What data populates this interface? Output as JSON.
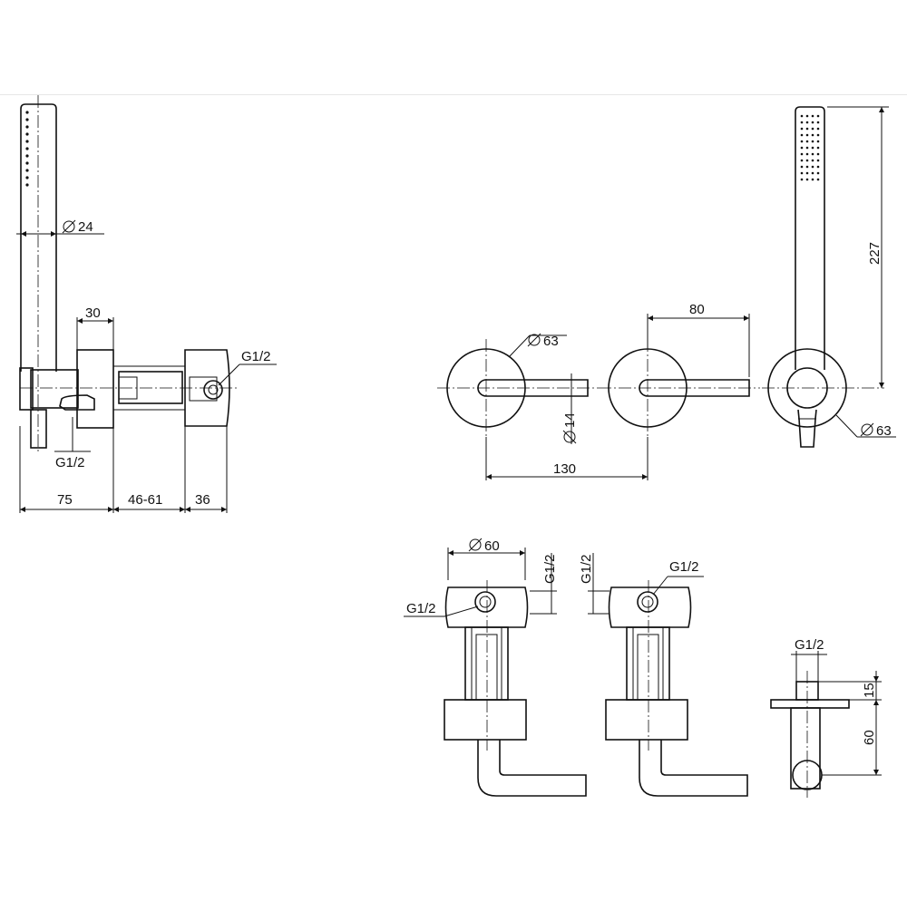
{
  "labels": {
    "side_dia24": "24",
    "side_30": "30",
    "side_g12_right": "G1/2",
    "side_g12_bottom": "G1/2",
    "side_75": "75",
    "side_4661": "46-61",
    "side_36": "36",
    "front_dia63_left": "63",
    "front_dia14": "14",
    "front_130": "130",
    "front_80": "80",
    "front_dia63_right": "63",
    "hand_227": "227",
    "valve_dia60": "60",
    "valve_g12_left": "G1/2",
    "valve_g12_vert_a": "G1/2",
    "valve_g12_vert_b": "G1/2",
    "valve_g12_right": "G1/2",
    "outlet_g12": "G1/2",
    "outlet_15": "15",
    "outlet_60": "60"
  },
  "symbols": {
    "diameter": "⌀"
  }
}
